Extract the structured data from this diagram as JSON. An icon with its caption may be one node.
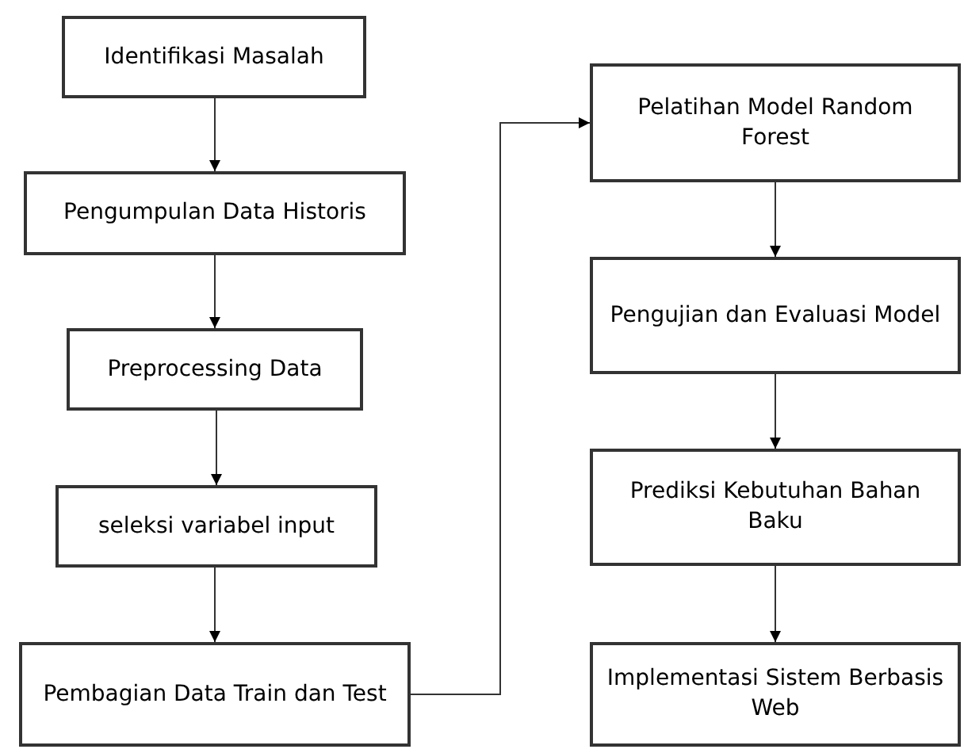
{
  "diagram": {
    "nodes": [
      {
        "text": [
          "Identifikasi Masalah"
        ]
      },
      {
        "text": [
          "Pengumpulan Data Historis"
        ]
      },
      {
        "text": [
          "Preprocessing Data"
        ]
      },
      {
        "text": [
          "seleksi variabel input"
        ]
      },
      {
        "text": [
          "Pembagian Data Train dan Test"
        ]
      },
      {
        "text": [
          "Pelatihan Model Random Forest"
        ]
      },
      {
        "text": [
          "Pengujian dan Evaluasi Model"
        ]
      },
      {
        "text": [
          "Prediksi Kebutuhan Bahan Baku"
        ]
      },
      {
        "text": [
          "Implementasi Sistem Berbasis Web"
        ]
      }
    ],
    "edges": [
      {
        "from": 0,
        "to": 1,
        "arrow": "to"
      },
      {
        "from": 1,
        "to": 2,
        "arrow": "to"
      },
      {
        "from": 2,
        "to": 3,
        "arrow": "to"
      },
      {
        "from": 3,
        "to": 4,
        "arrow": "to"
      },
      {
        "from": 4,
        "to": 5,
        "arrow": "to"
      },
      {
        "from": 5,
        "to": 6,
        "arrow": "to"
      },
      {
        "from": 6,
        "to": 7,
        "arrow": "to"
      },
      {
        "from": 7,
        "to": 8,
        "arrow": "to"
      }
    ]
  }
}
